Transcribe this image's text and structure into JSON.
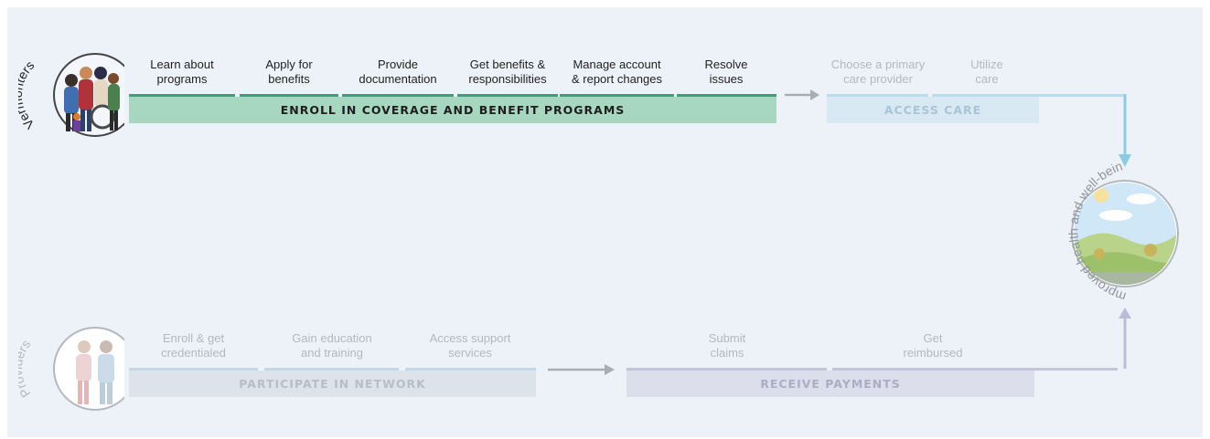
{
  "colors": {
    "background": "#edf2f9",
    "enroll_band": "#a8d7c0",
    "enroll_rule": "#3f9e78",
    "care_band": "#d9e9f4",
    "care_rule": "#b9dcee",
    "network_band": "#dde3ea",
    "network_rule": "#c5d7e6",
    "payments_band": "#dcdfeb",
    "payments_rule": "#c2c6db",
    "arrow_grey": "#a9adb3",
    "arrow_blue": "#8ccbe6",
    "arrow_purple": "#b9bdd6"
  },
  "vermonters": {
    "label": "Vermonters",
    "steps": [
      {
        "text": "Learn about\nprograms"
      },
      {
        "text": "Apply for\nbenefits"
      },
      {
        "text": "Provide\ndocumentation"
      },
      {
        "text": "Get benefits &\nresponsibilities"
      },
      {
        "text": "Manage account\n& report changes"
      },
      {
        "text": "Resolve\nissues"
      }
    ],
    "band_label": "ENROLL IN COVERAGE AND BENEFIT PROGRAMS"
  },
  "access_care": {
    "steps": [
      {
        "text": "Choose a primary\ncare provider"
      },
      {
        "text": "Utilize\ncare"
      }
    ],
    "band_label": "ACCESS CARE"
  },
  "outcome": {
    "label": "Improved health and well-being",
    "icon": "landscape-illustration"
  },
  "providers": {
    "label": "Providers",
    "steps": [
      {
        "text": "Enroll & get\ncredentialed"
      },
      {
        "text": "Gain education\nand training"
      },
      {
        "text": "Access support\nservices"
      }
    ],
    "band_label": "PARTICIPATE IN NETWORK"
  },
  "payments": {
    "steps": [
      {
        "text": "Submit\nclaims"
      },
      {
        "text": "Get\nreimbursed"
      }
    ],
    "band_label": "RECEIVE PAYMENTS"
  }
}
